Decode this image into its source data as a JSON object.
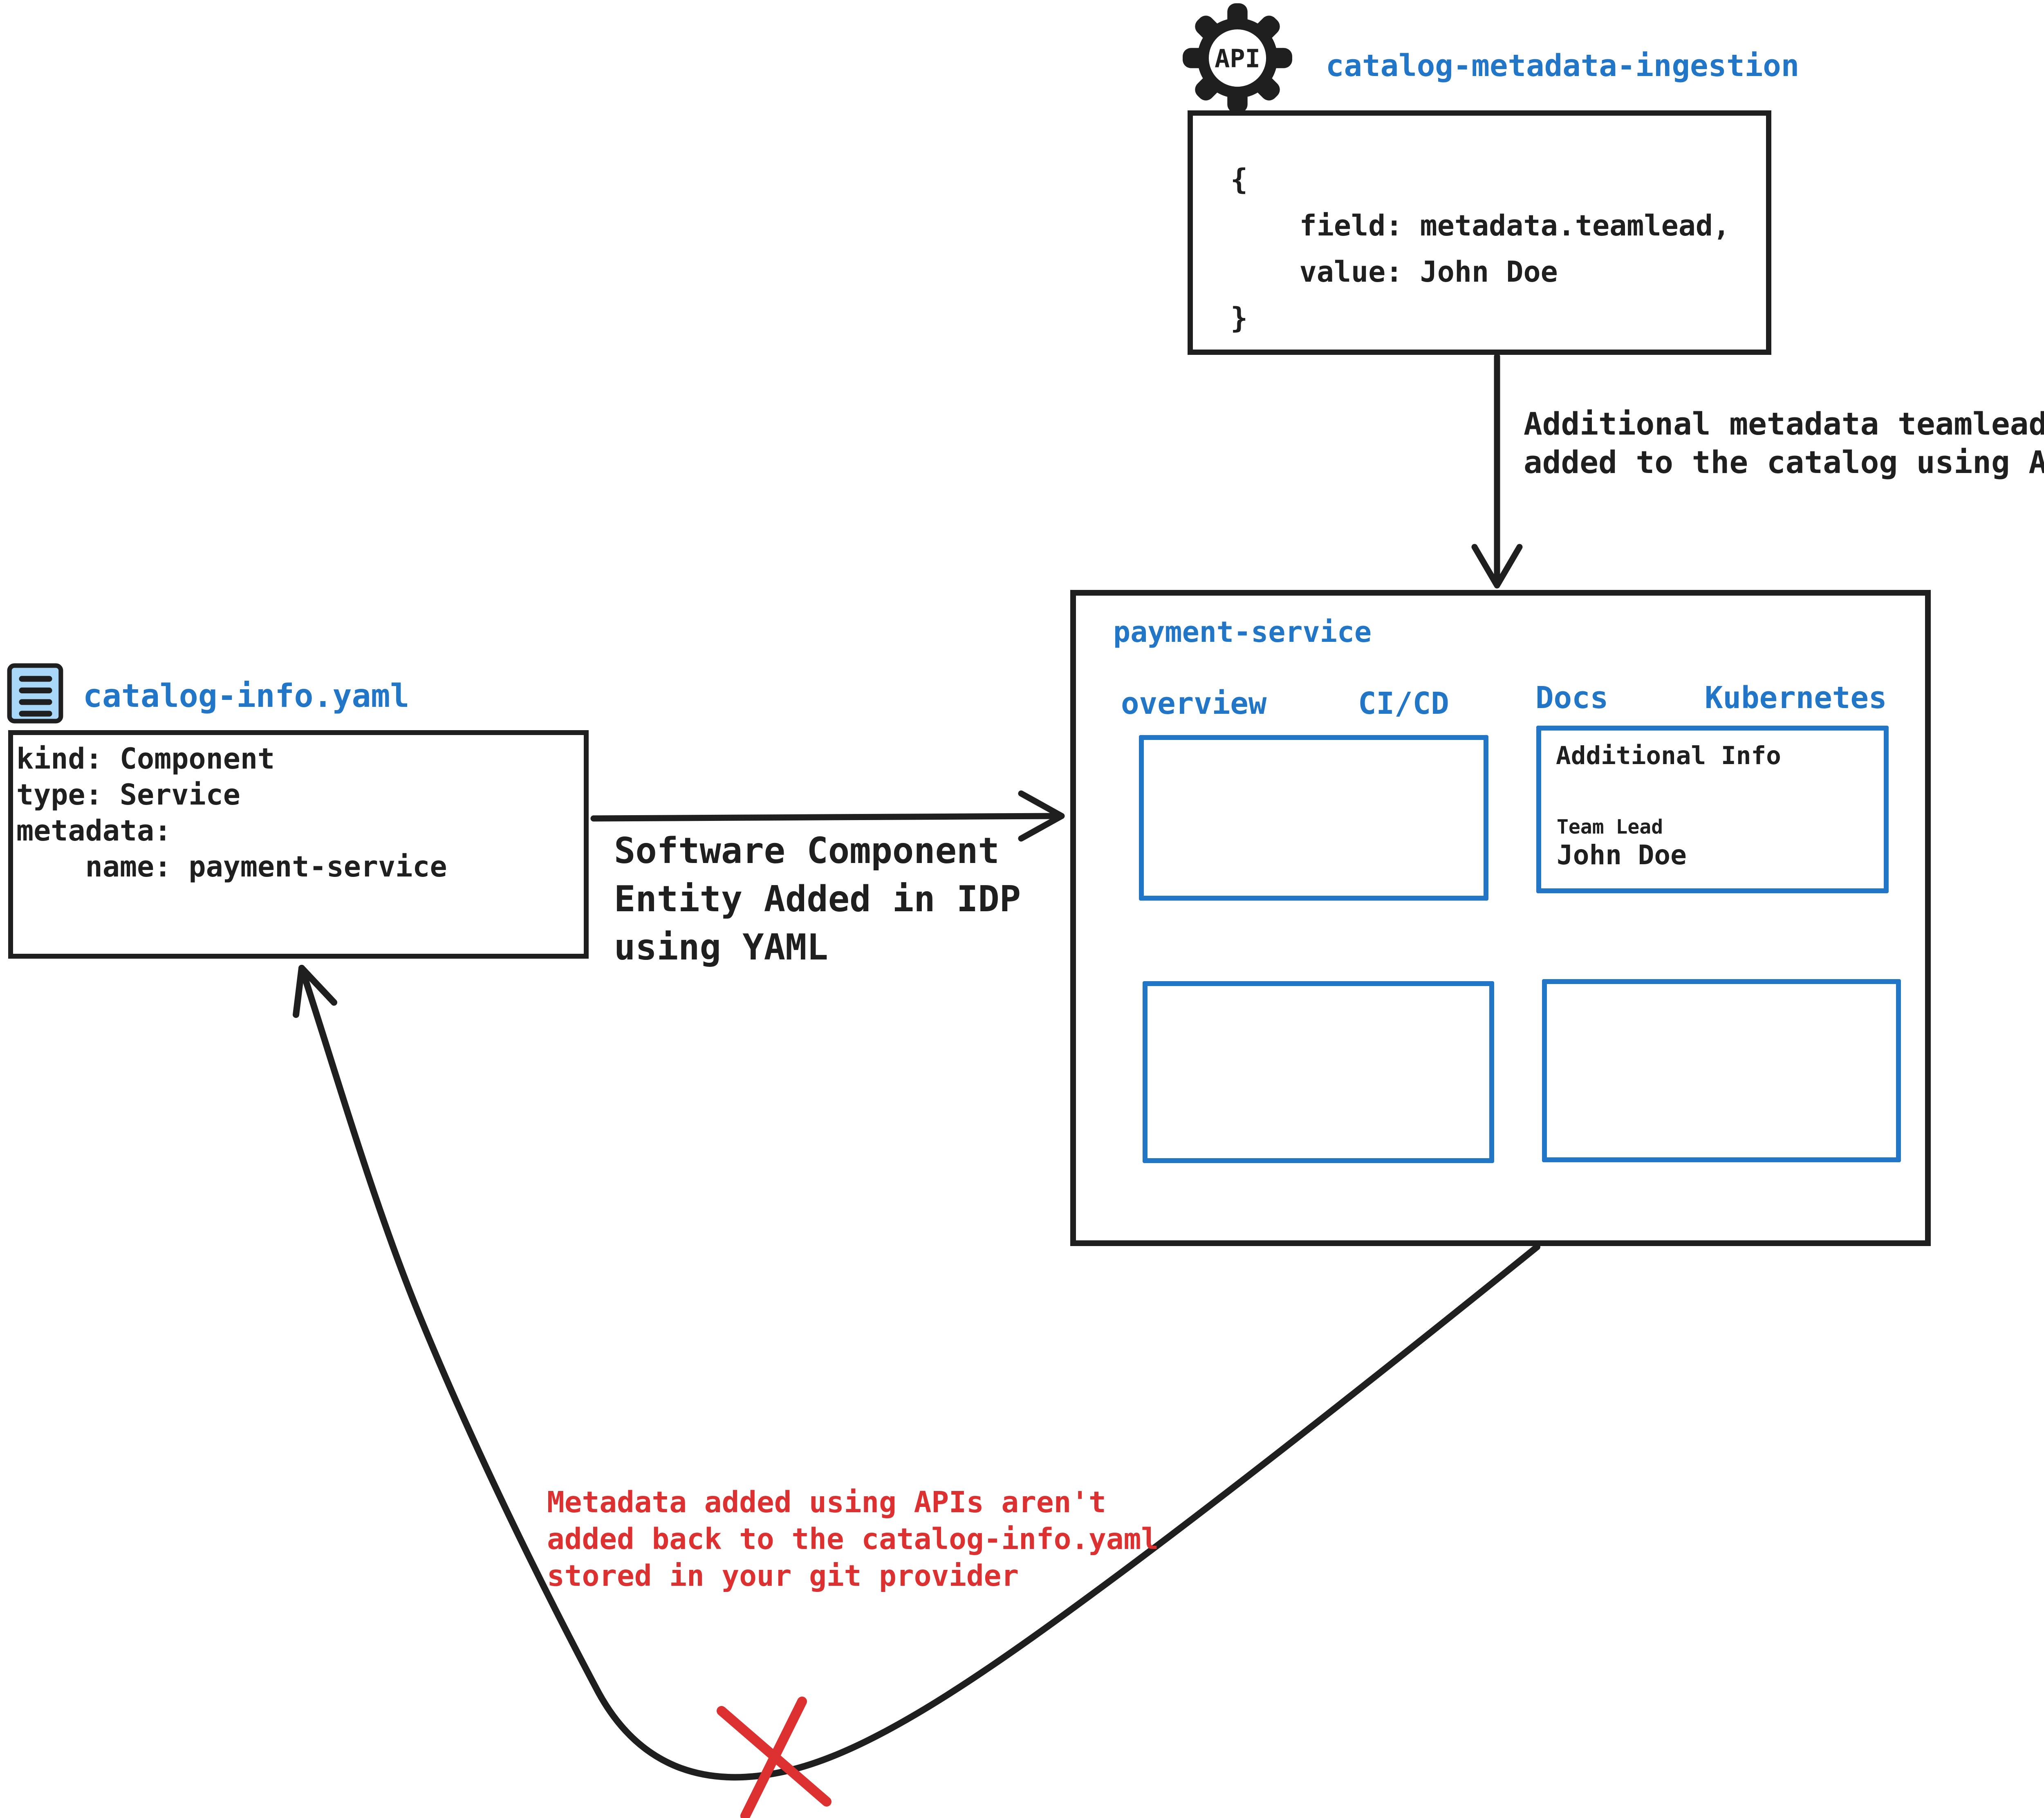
{
  "colors": {
    "accent_blue": "#2176c7",
    "ink_black": "#1f1f1f",
    "warning_red": "#dd3030",
    "file_icon_fill": "#a9d7f7"
  },
  "api_service": {
    "icon_label": "API",
    "title": "catalog-metadata-ingestion",
    "code": [
      "{",
      "    field: metadata.teamlead,",
      "    value: John Doe",
      "}"
    ]
  },
  "api_flow_label": "Additional metadata teamlead\nadded to the catalog using APIs",
  "idp": {
    "title": "payment-service",
    "tabs": [
      "overview",
      "CI/CD",
      "Docs",
      "Kubernetes"
    ],
    "docs_card": {
      "heading": "Additional Info",
      "field_label": "Team Lead",
      "field_value": "John Doe"
    }
  },
  "yaml_file": {
    "title": "catalog-info.yaml",
    "code": [
      "kind: Component",
      "type: Service",
      "metadata:",
      "    name: payment-service"
    ]
  },
  "yaml_flow_label": "Software Component\nEntity Added in IDP\nusing YAML",
  "feedback_warning": "Metadata added using APIs aren't\nadded back to the catalog-info.yaml\nstored in your git provider"
}
